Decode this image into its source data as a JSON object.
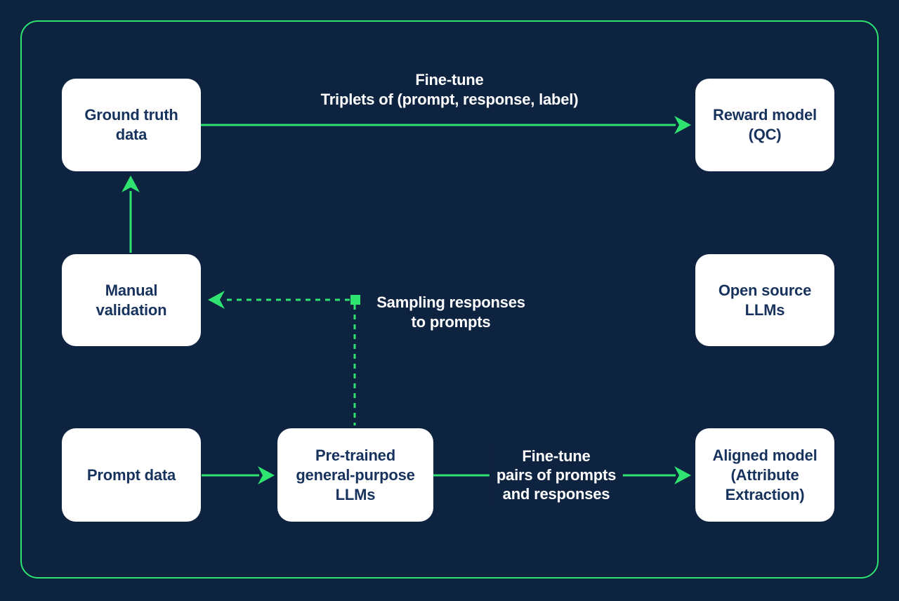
{
  "colors": {
    "background": "#0e2340",
    "accent_green": "#2ee36f",
    "box_background": "#ffffff",
    "box_text": "#17335d",
    "label_text": "#ffffff"
  },
  "diagram": {
    "nodes": [
      {
        "id": "ground-truth-data",
        "label": "Ground truth\ndata"
      },
      {
        "id": "reward-model-qc",
        "label": "Reward model\n(QC)"
      },
      {
        "id": "manual-validation",
        "label": "Manual\nvalidation"
      },
      {
        "id": "open-source-llms",
        "label": "Open source\nLLMs"
      },
      {
        "id": "prompt-data",
        "label": "Prompt data"
      },
      {
        "id": "pretrained-general-purpose-llms",
        "label": "Pre-trained\ngeneral-purpose\nLLMs"
      },
      {
        "id": "aligned-model-attribute-extraction",
        "label": "Aligned model\n(Attribute\nExtraction)"
      }
    ],
    "edge_labels": [
      {
        "id": "fine-tune-triplets",
        "text": "Fine-tune\nTriplets of (prompt, response, label)"
      },
      {
        "id": "sampling-responses",
        "text": "Sampling responses\nto prompts"
      },
      {
        "id": "fine-tune-pairs",
        "text": "Fine-tune\npairs of prompts\nand responses"
      }
    ],
    "connectors": [
      {
        "from": "ground-truth-data",
        "to": "reward-model-qc",
        "style": "solid",
        "label": "fine-tune-triplets"
      },
      {
        "from": "manual-validation",
        "to": "ground-truth-data",
        "style": "solid"
      },
      {
        "from": "pretrained-general-purpose-llms",
        "to": "manual-validation",
        "style": "dashed",
        "label": "sampling-responses"
      },
      {
        "from": "prompt-data",
        "to": "pretrained-general-purpose-llms",
        "style": "solid"
      },
      {
        "from": "pretrained-general-purpose-llms",
        "to": "aligned-model-attribute-extraction",
        "style": "solid",
        "label": "fine-tune-pairs"
      }
    ]
  }
}
